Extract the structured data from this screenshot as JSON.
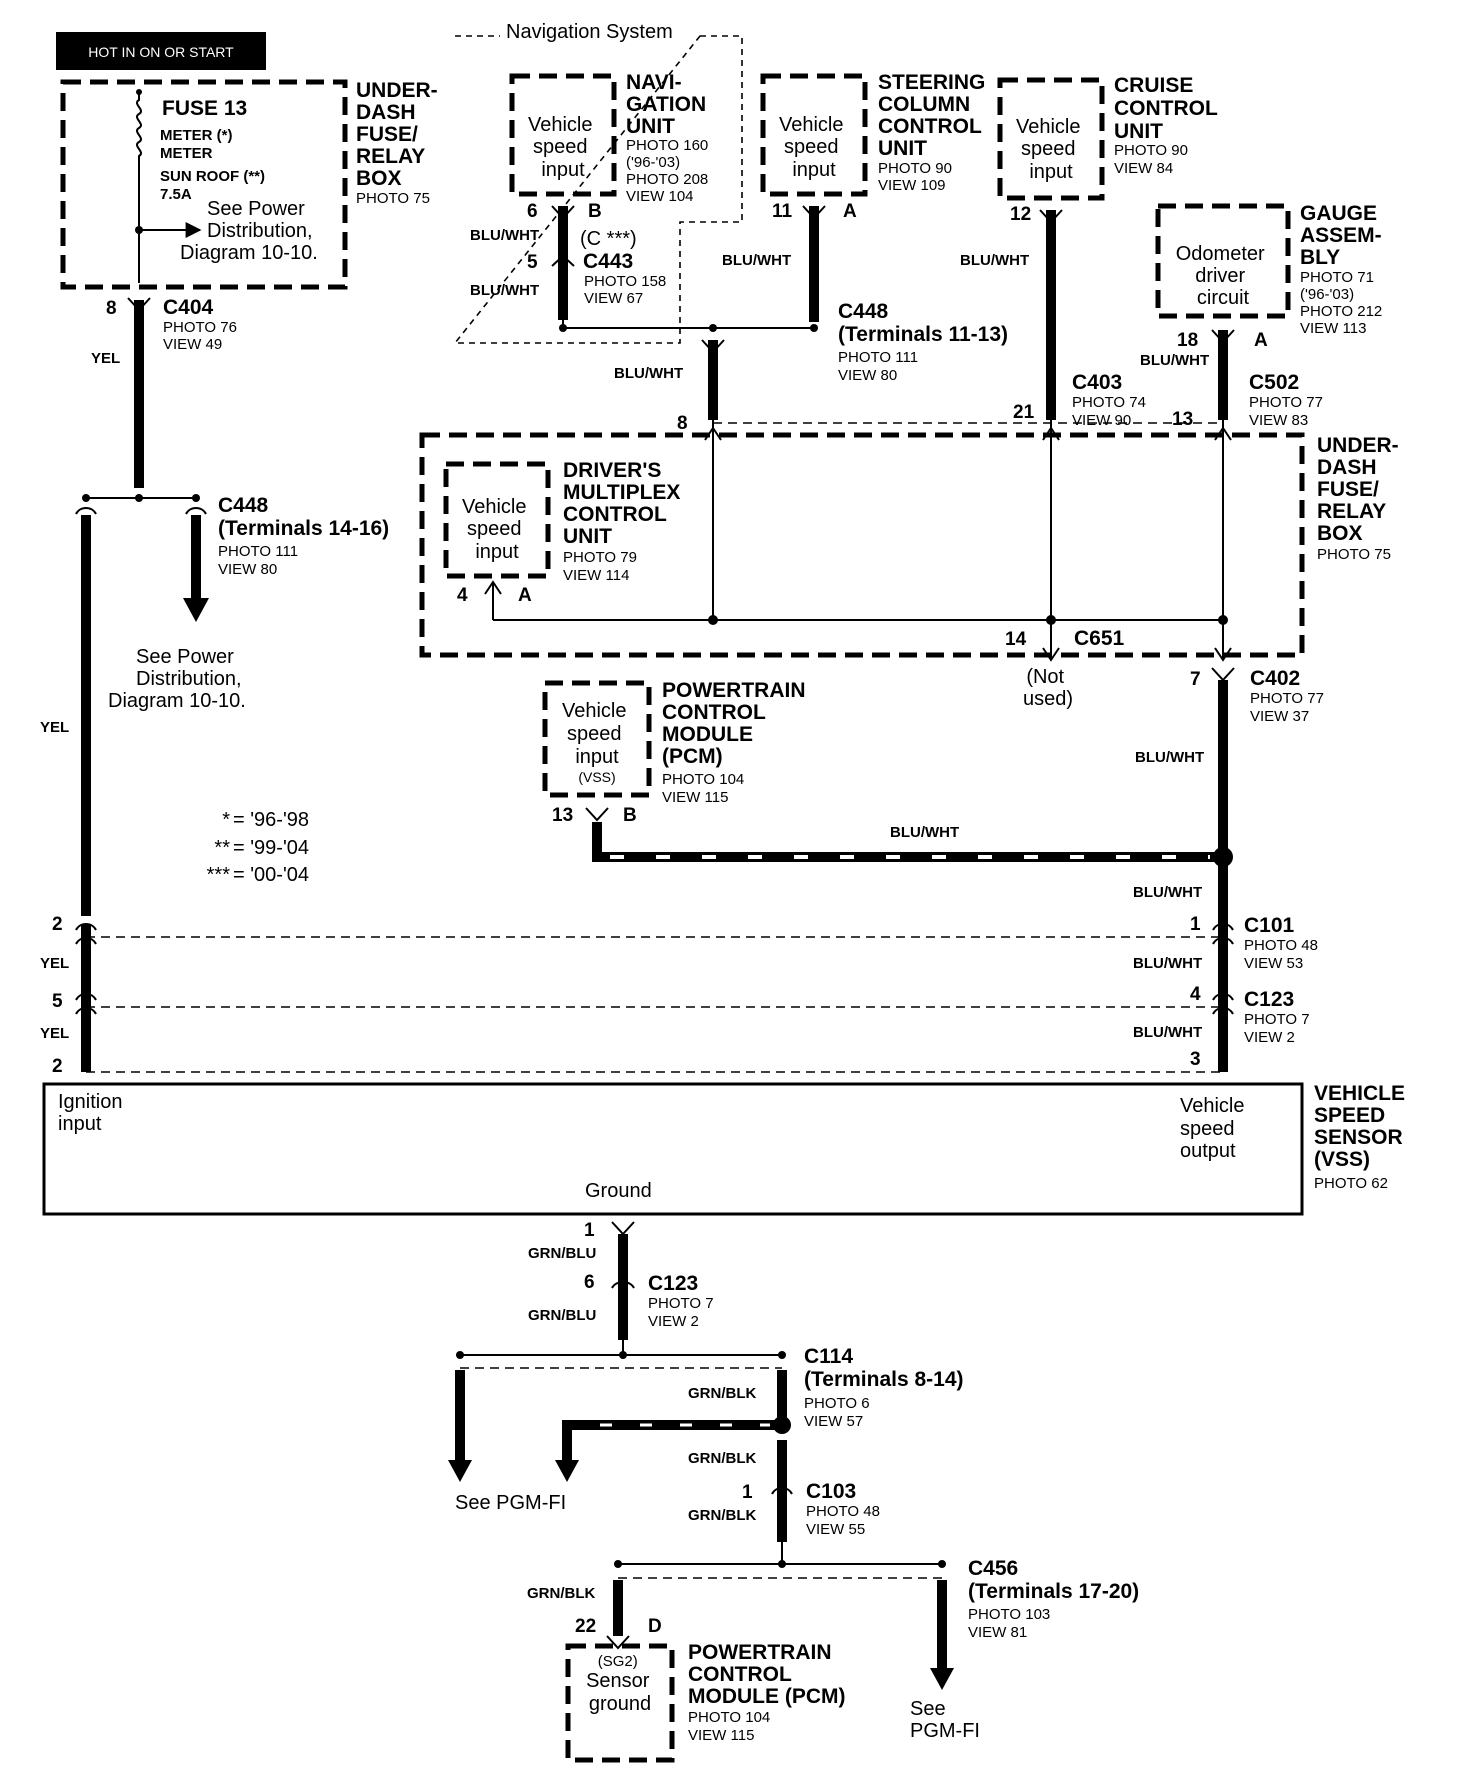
{
  "hot_label": "HOT IN ON OR START",
  "fuse_box_top": {
    "title_lines": [
      "UNDER-",
      "DASH",
      "FUSE/",
      "RELAY",
      "BOX"
    ],
    "photo": "PHOTO 75",
    "fuse": "FUSE 13",
    "fuse_items": [
      "METER (*)",
      "METER",
      "SUN ROOF (**)",
      "7.5A"
    ],
    "see_lines": [
      "See Power",
      "Distribution,",
      "Diagram 10-10."
    ]
  },
  "nav_system": {
    "label": "Navigation System",
    "unit_lines": [
      "NAVI-",
      "GATION",
      "UNIT"
    ],
    "unit_ref": [
      "PHOTO 160",
      "('96-'03)",
      "PHOTO 208",
      "VIEW 104"
    ],
    "input_lines": [
      "Vehicle",
      "speed",
      "input"
    ]
  },
  "steering": {
    "title_lines": [
      "STEERING",
      "COLUMN",
      "CONTROL",
      "UNIT"
    ],
    "ref": [
      "PHOTO 90",
      "VIEW 109"
    ],
    "input_lines": [
      "Vehicle",
      "speed",
      "input"
    ]
  },
  "cruise": {
    "title_lines": [
      "CRUISE",
      "CONTROL",
      "UNIT"
    ],
    "ref": [
      "PHOTO 90",
      "VIEW 84"
    ],
    "input_lines": [
      "Vehicle",
      "speed",
      "input"
    ]
  },
  "gauge": {
    "title_lines": [
      "GAUGE",
      "ASSEM-",
      "BLY"
    ],
    "ref": [
      "PHOTO 71",
      "('96-'03)",
      "PHOTO 212",
      "VIEW 113"
    ],
    "circuit_lines": [
      "Odometer",
      "driver",
      "circuit"
    ]
  },
  "connectors": {
    "c404": {
      "name": "C404",
      "ref": [
        "PHOTO 76",
        "VIEW 49"
      ]
    },
    "c443": {
      "name": "C443",
      "ref": [
        "PHOTO 158",
        "VIEW 67"
      ],
      "note": "(C ***)"
    },
    "c448a": {
      "name": "C448",
      "sub": "(Terminals 11-13)",
      "ref": [
        "PHOTO 111",
        "VIEW 80"
      ]
    },
    "c403": {
      "name": "C403",
      "ref": [
        "PHOTO 74",
        "VIEW 90"
      ]
    },
    "c502": {
      "name": "C502",
      "ref": [
        "PHOTO 77",
        "VIEW 83"
      ]
    },
    "c448b": {
      "name": "C448",
      "sub": "(Terminals 14-16)",
      "ref": [
        "PHOTO 111",
        "VIEW 80"
      ]
    },
    "c651": {
      "name": "C651"
    },
    "c402": {
      "name": "C402",
      "ref": [
        "PHOTO 77",
        "VIEW 37"
      ]
    },
    "c101": {
      "name": "C101",
      "ref": [
        "PHOTO 48",
        "VIEW 53"
      ]
    },
    "c123a": {
      "name": "C123",
      "ref": [
        "PHOTO 7",
        "VIEW 2"
      ]
    },
    "c123b": {
      "name": "C123",
      "ref": [
        "PHOTO 7",
        "VIEW 2"
      ]
    },
    "c114": {
      "name": "C114",
      "sub": "(Terminals 8-14)",
      "ref": [
        "PHOTO 6",
        "VIEW 57"
      ]
    },
    "c103": {
      "name": "C103",
      "ref": [
        "PHOTO 48",
        "VIEW 55"
      ]
    },
    "c456": {
      "name": "C456",
      "sub": "(Terminals 17-20)",
      "ref": [
        "PHOTO 103",
        "VIEW 81"
      ]
    }
  },
  "mid_fuse_box": {
    "title_lines": [
      "UNDER-",
      "DASH",
      "FUSE/",
      "RELAY",
      "BOX"
    ],
    "photo": "PHOTO 75",
    "dmcu_lines": [
      "DRIVER'S",
      "MULTIPLEX",
      "CONTROL",
      "UNIT"
    ],
    "dmcu_ref": [
      "PHOTO 79",
      "VIEW 114"
    ],
    "input_lines": [
      "Vehicle",
      "speed",
      "input"
    ],
    "not_used": [
      "(Not",
      "used)"
    ]
  },
  "see_power_left": [
    "See Power",
    "Distribution,",
    "Diagram 10-10."
  ],
  "pcm_top": {
    "title_lines": [
      "POWERTRAIN",
      "CONTROL",
      "MODULE",
      "(PCM)"
    ],
    "ref": [
      "PHOTO 104",
      "VIEW 115"
    ],
    "input_lines": [
      "Vehicle",
      "speed",
      "input",
      "(VSS)"
    ]
  },
  "legend": [
    {
      "sym": "*",
      "val": "= '96-'98"
    },
    {
      "sym": "**",
      "val": "= '99-'04"
    },
    {
      "sym": "***",
      "val": "= '00-'04"
    }
  ],
  "vss": {
    "title_lines": [
      "VEHICLE",
      "SPEED",
      "SENSOR",
      "(VSS)"
    ],
    "photo": "PHOTO 62",
    "ignition": [
      "Ignition",
      "input"
    ],
    "output": [
      "Vehicle",
      "speed",
      "output"
    ],
    "ground": "Ground"
  },
  "pcm_bottom": {
    "title_lines": [
      "POWERTRAIN",
      "CONTROL",
      "MODULE (PCM)"
    ],
    "ref": [
      "PHOTO 104",
      "VIEW 115"
    ],
    "inner_lines": [
      "(SG2)",
      "Sensor",
      "ground"
    ]
  },
  "see_pgm_left": "See PGM-FI",
  "see_pgm_right": [
    "See",
    "PGM-FI"
  ],
  "wire_colors": {
    "yel": "YEL",
    "bluwht": "BLU/WHT",
    "grnblu": "GRN/BLU",
    "grnblk": "GRN/BLK"
  },
  "pins": {
    "p6": "6",
    "pB": "B",
    "p5": "5",
    "p11": "11",
    "pA1": "A",
    "p12": "12",
    "p18": "18",
    "pA2": "A",
    "p8a": "8",
    "p8b": "8",
    "p21": "21",
    "p13a": "13",
    "p4": "4",
    "pA3": "A",
    "p14": "14",
    "p7": "7",
    "p13b": "13",
    "pB2": "B",
    "p2a": "2",
    "p1a": "1",
    "p5b": "5",
    "p4b": "4",
    "p2b": "2",
    "p3": "3",
    "p1b": "1",
    "p6b": "6",
    "p1c": "1",
    "p22": "22",
    "pD": "D"
  }
}
